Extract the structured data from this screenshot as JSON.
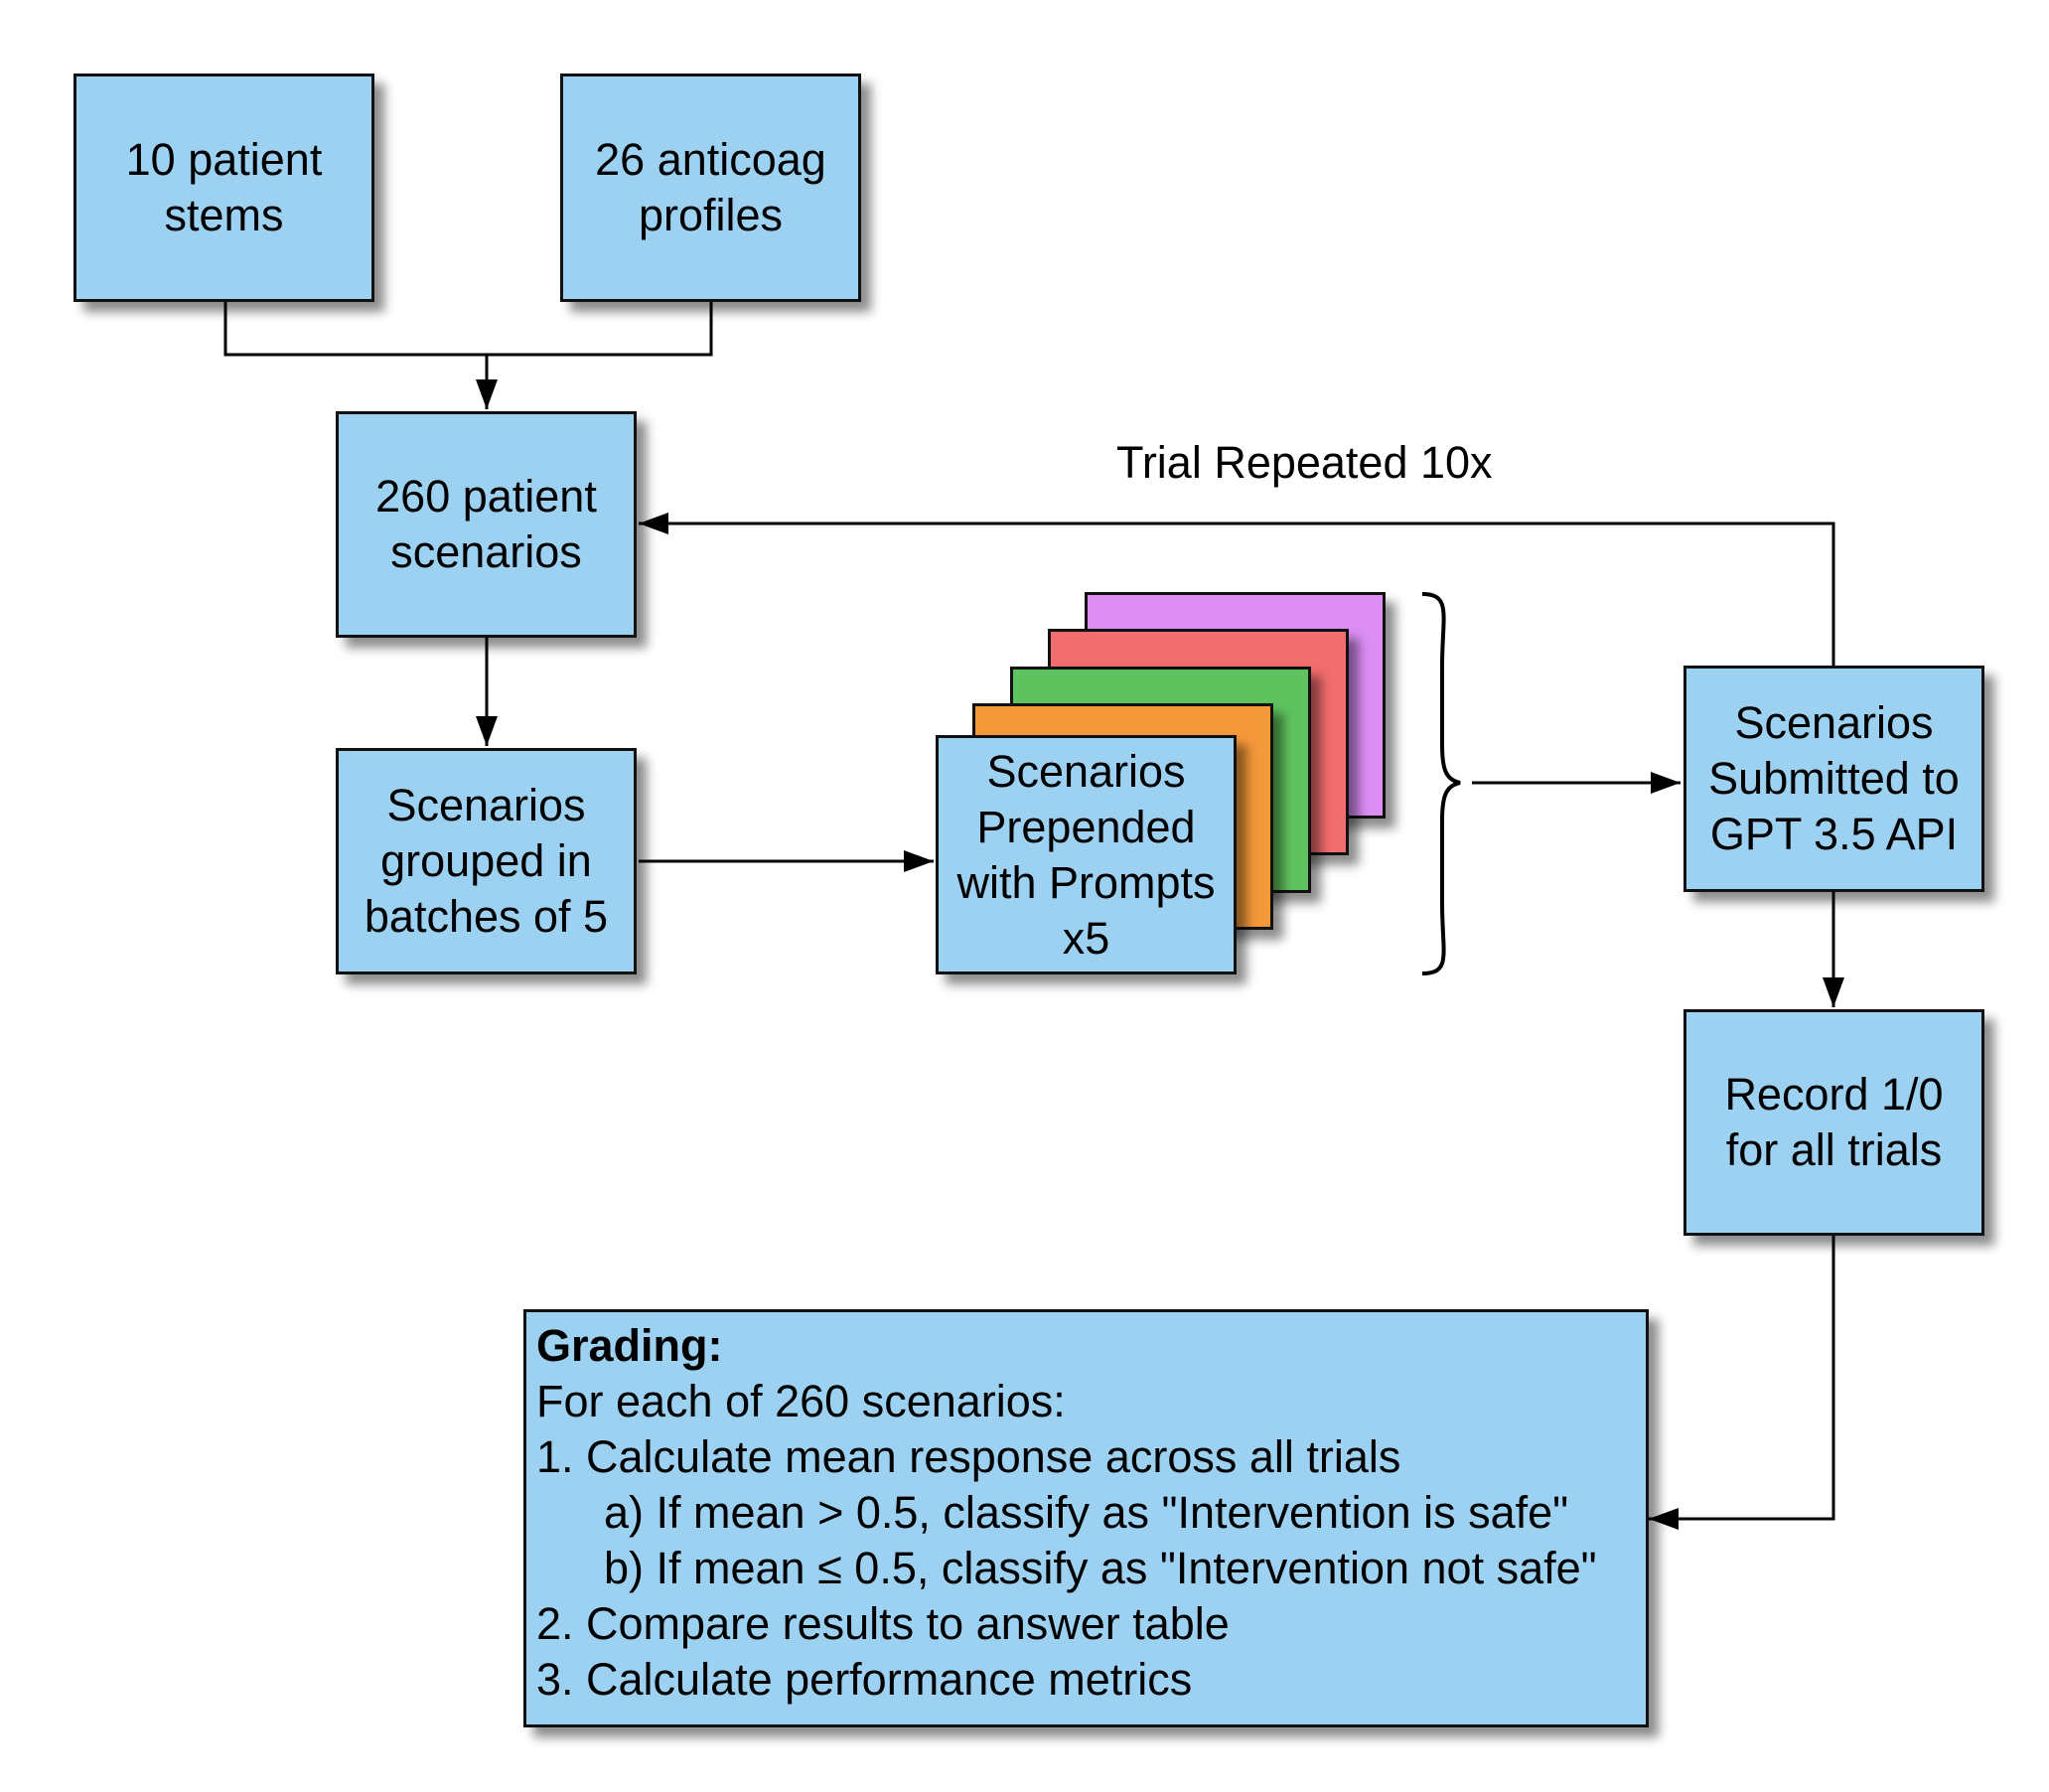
{
  "boxes": {
    "patient_stems": "10 patient\nstems",
    "anticoag_profiles": "26 anticoag\nprofiles",
    "patient_scenarios": "260 patient\nscenarios",
    "batches": "Scenarios\ngrouped in\nbatches of 5",
    "prompts": "Scenarios\nPrepended\nwith Prompts\nx5",
    "submitted": "Scenarios\nSubmitted to\nGPT 3.5 API",
    "record": "Record 1/0\nfor all trials"
  },
  "loop_label": "Trial Repeated 10x",
  "grading": {
    "title": "Grading:",
    "intro": "For each of 260 scenarios:",
    "step1": "1. Calculate mean response across all trials",
    "step1a": "a) If mean > 0.5, classify as \"Intervention is safe\"",
    "step1b": "b) If mean ≤ 0.5, classify as \"Intervention not safe\"",
    "step2": "2. Compare results to answer table",
    "step3": "3. Calculate performance metrics"
  },
  "colors": {
    "box_fill": "#9dd1f2",
    "card_purple": "#dc8ef5",
    "card_red": "#f26d6d",
    "card_green": "#5ec35e",
    "card_orange": "#f4993a"
  }
}
